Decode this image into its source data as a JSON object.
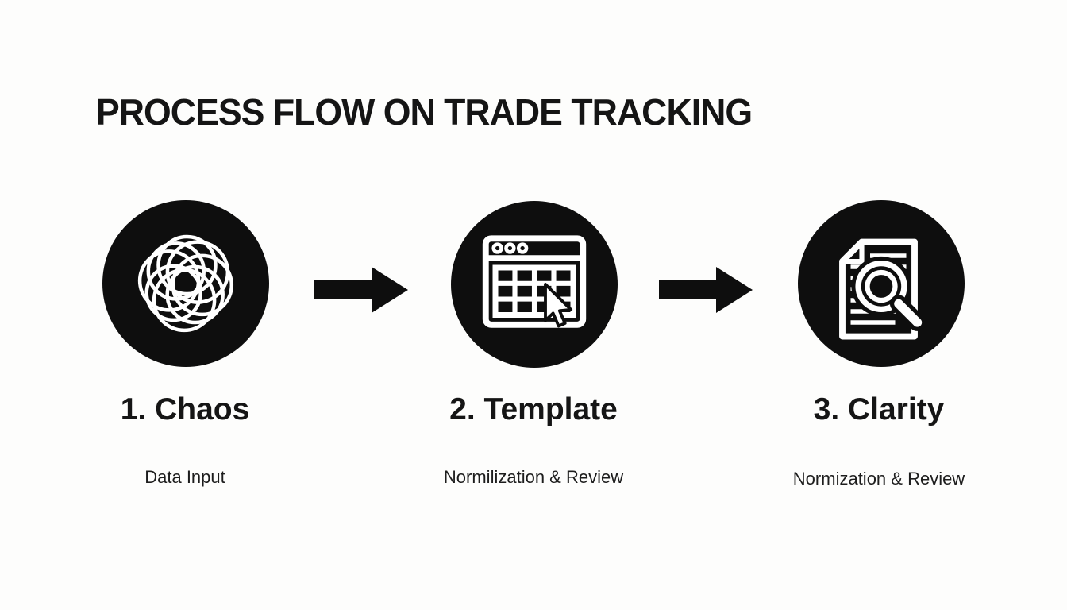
{
  "title": "PROCESS FLOW ON TRADE TRACKING",
  "steps": [
    {
      "heading": "1. Chaos",
      "subtitle": "Data Input",
      "icon": "chaos-scribble-icon"
    },
    {
      "heading": "2. Template",
      "subtitle": "Normilization & Review",
      "icon": "template-grid-cursor-icon"
    },
    {
      "heading": "3. Clarity",
      "subtitle": "Normization & Review",
      "icon": "clarity-document-magnifier-icon"
    }
  ],
  "colors": {
    "background": "#fdfdfc",
    "shape_black": "#0e0e0e",
    "icon_stroke": "#ffffff",
    "heading_text": "#151515",
    "subtitle_text": "#1d1d1d"
  }
}
